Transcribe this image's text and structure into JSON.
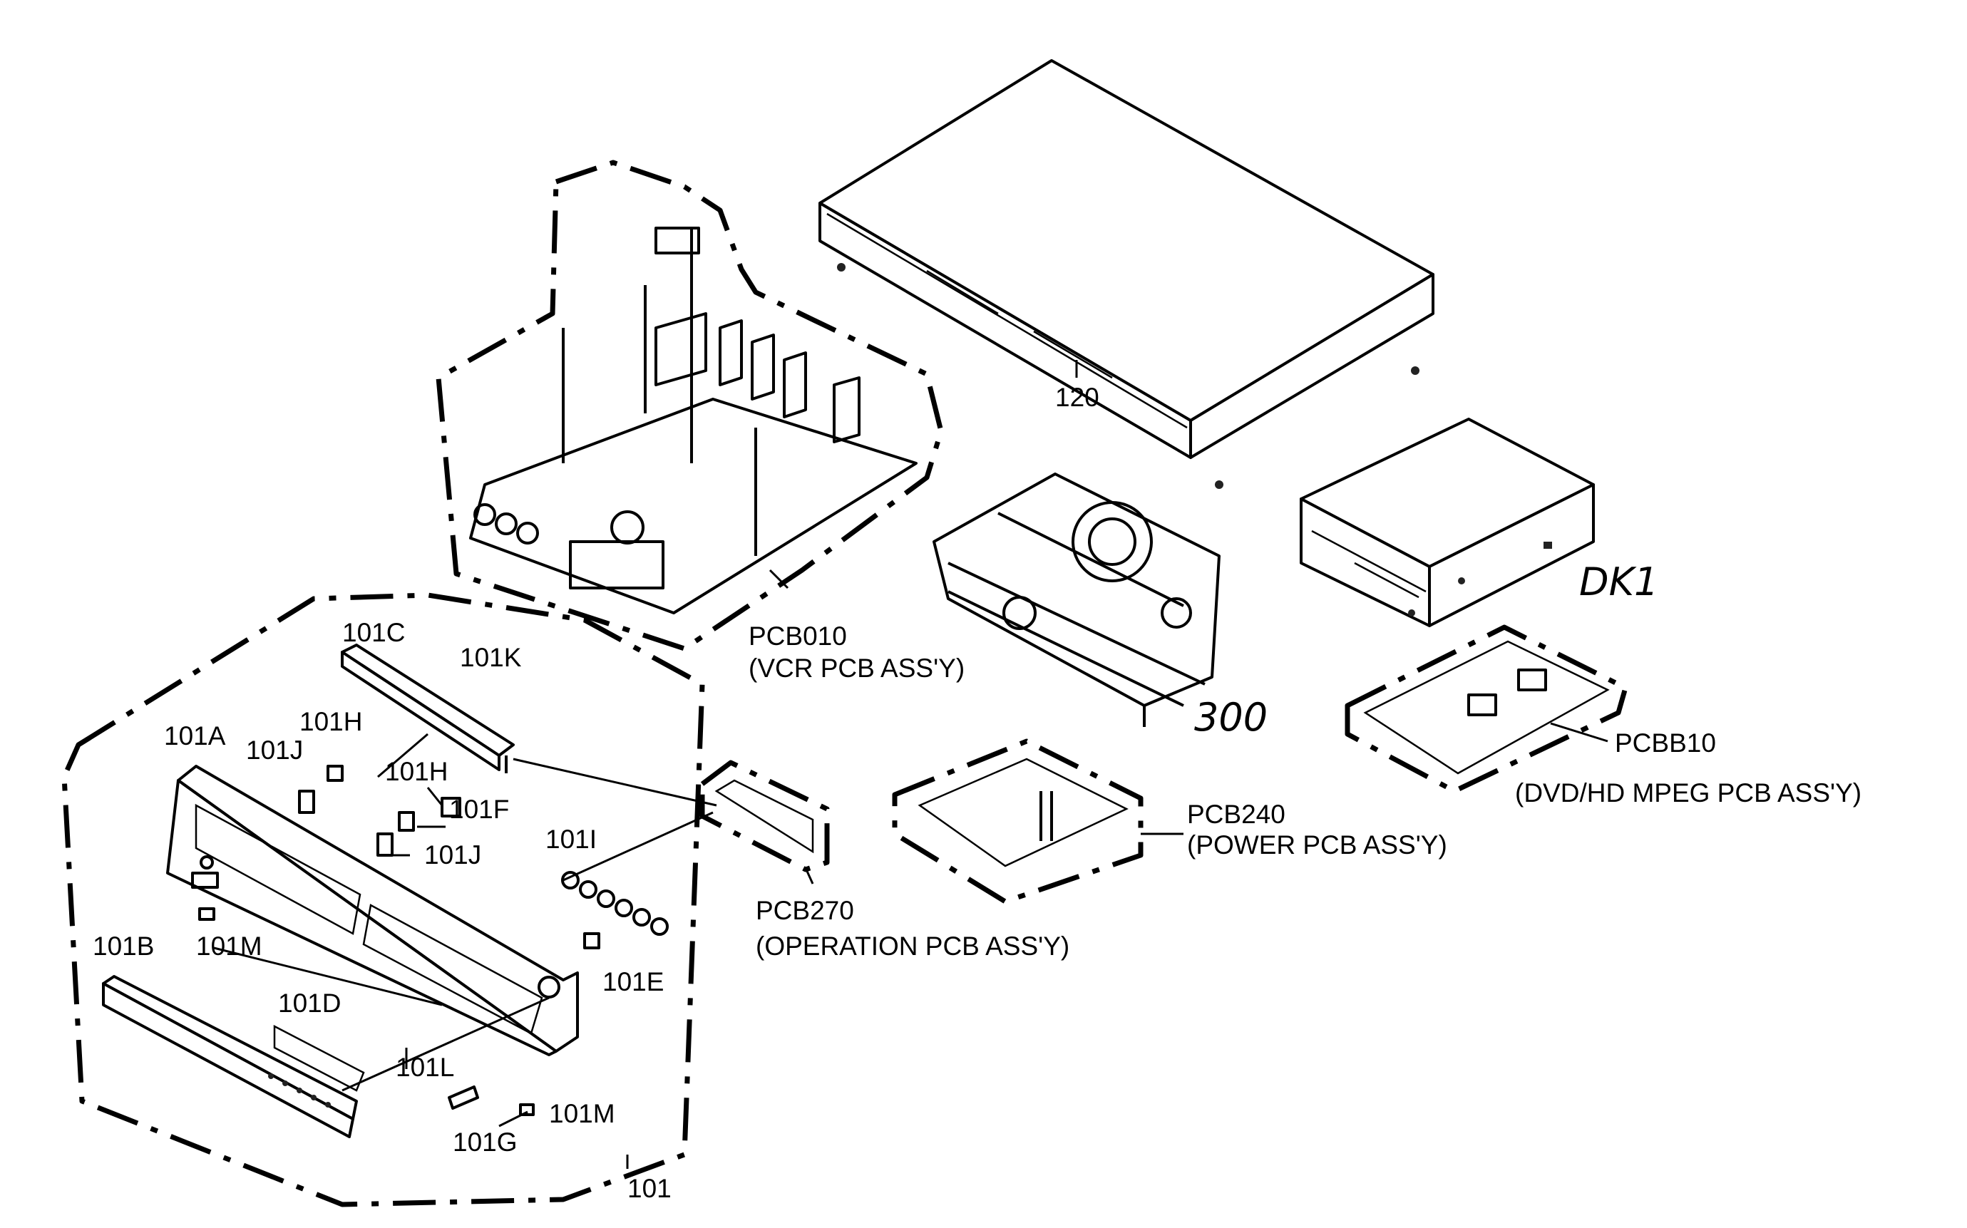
{
  "diagram": {
    "parts": {
      "p120": "120",
      "p101": "101",
      "p101A": "101A",
      "p101B": "101B",
      "p101C": "101C",
      "p101D": "101D",
      "p101E": "101E",
      "p101F": "101F",
      "p101G": "101G",
      "p101H_a": "101H",
      "p101H_b": "101H",
      "p101I": "101I",
      "p101J_a": "101J",
      "p101J_b": "101J",
      "p101K": "101K",
      "p101L": "101L",
      "p101M_a": "101M",
      "p101M_b": "101M"
    },
    "boards": {
      "pcb010_code": "PCB010",
      "pcb010_name": "(VCR PCB ASS'Y)",
      "pcb270_code": "PCB270",
      "pcb270_name": "(OPERATION PCB ASS'Y)",
      "pcb240_code": "PCB240",
      "pcb240_name": "(POWER PCB ASS'Y)",
      "pcbb10_code": "PCBB10",
      "pcbb10_name": "(DVD/HD MPEG PCB ASS'Y)"
    },
    "handwritten": {
      "dk1": "DK1",
      "n300": "300"
    }
  }
}
